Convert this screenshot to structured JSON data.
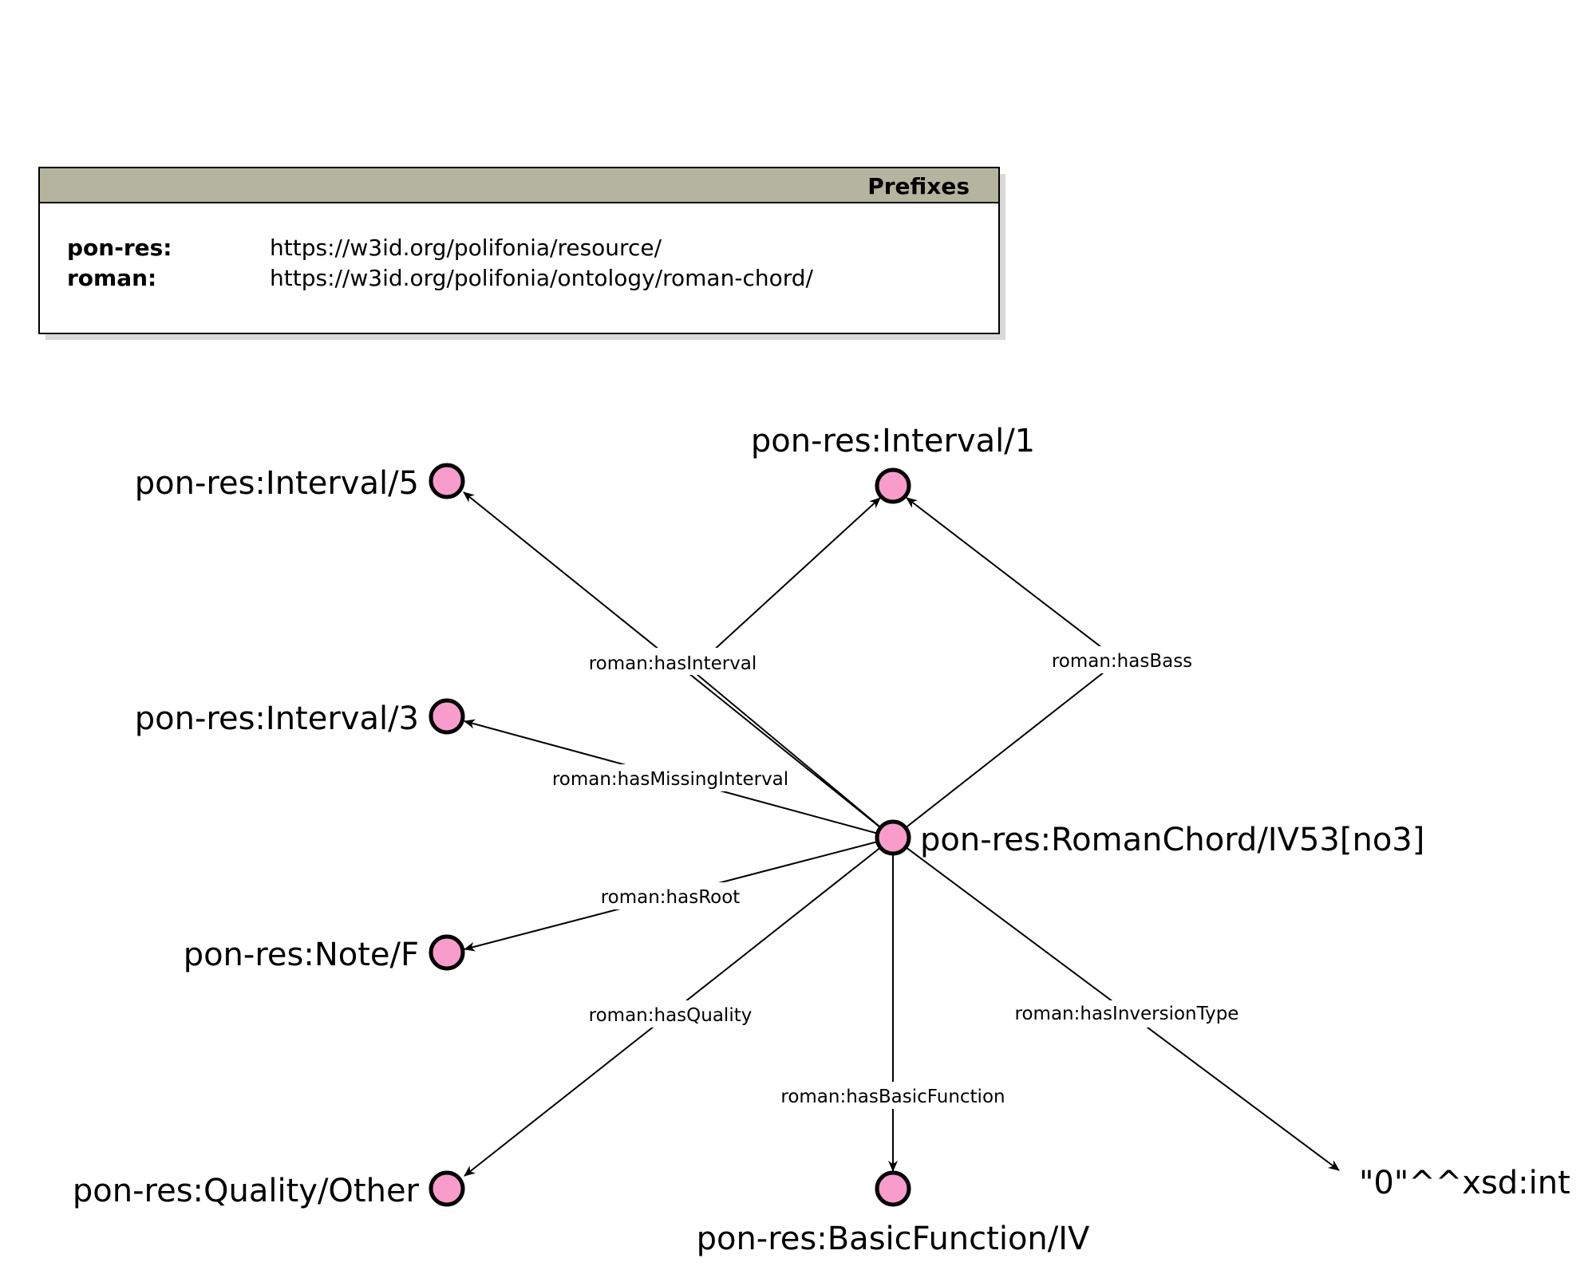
{
  "colors": {
    "node_fill": "#f79ccb",
    "prefix_header": "#b5b59f"
  },
  "prefixes": {
    "title": "Prefixes",
    "entries": [
      {
        "prefix": "pon-res:",
        "namespace": "https://w3id.org/polifonia/resource/"
      },
      {
        "prefix": "roman:",
        "namespace": "https://w3id.org/polifonia/ontology/roman-chord/"
      }
    ]
  },
  "nodes": {
    "center": {
      "label": "pon-res:RomanChord/IV53[no3]"
    },
    "interval5": {
      "label": "pon-res:Interval/5"
    },
    "interval1": {
      "label": "pon-res:Interval/1"
    },
    "interval3": {
      "label": "pon-res:Interval/3"
    },
    "noteF": {
      "label": "pon-res:Note/F"
    },
    "qualityOther": {
      "label": "pon-res:Quality/Other"
    },
    "basicFunctionIV": {
      "label": "pon-res:BasicFunction/IV"
    },
    "literal0": {
      "label": "\"0\"^^xsd:int"
    }
  },
  "edges": [
    {
      "id": "hasInterval5",
      "from": "center",
      "to": "interval5",
      "label": "roman:hasInterval"
    },
    {
      "id": "hasInterval1",
      "from": "center",
      "to": "interval1",
      "label": ""
    },
    {
      "id": "hasBass",
      "from": "center",
      "to": "interval1",
      "label": "roman:hasBass"
    },
    {
      "id": "hasMissingInterval",
      "from": "center",
      "to": "interval3",
      "label": "roman:hasMissingInterval"
    },
    {
      "id": "hasRoot",
      "from": "center",
      "to": "noteF",
      "label": "roman:hasRoot"
    },
    {
      "id": "hasQuality",
      "from": "center",
      "to": "qualityOther",
      "label": "roman:hasQuality"
    },
    {
      "id": "hasBasicFunction",
      "from": "center",
      "to": "basicFunctionIV",
      "label": "roman:hasBasicFunction"
    },
    {
      "id": "hasInversionType",
      "from": "center",
      "to": "literal0",
      "label": "roman:hasInversionType"
    }
  ]
}
